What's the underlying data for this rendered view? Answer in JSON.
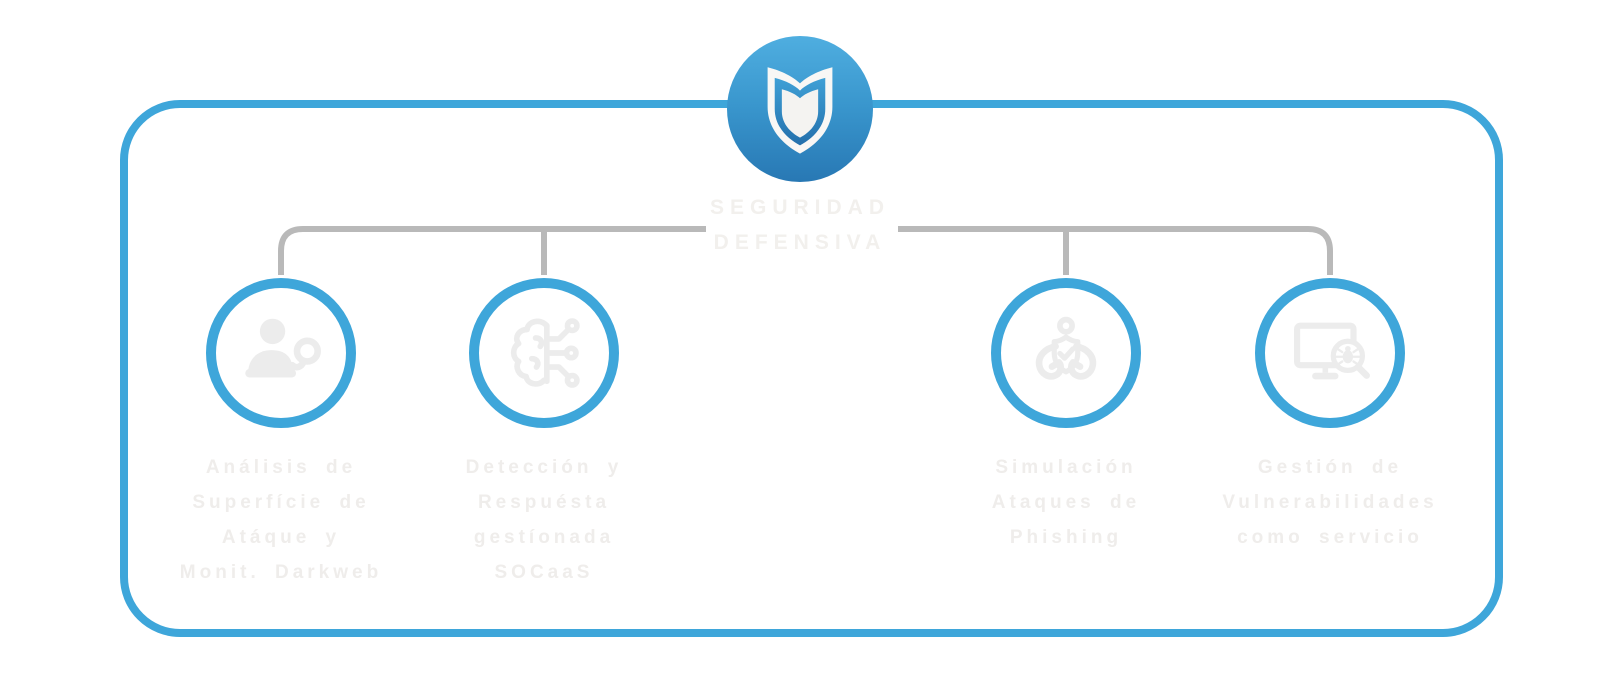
{
  "diagram": {
    "title_lines": [
      "SEGURIDAD",
      "DEFENSIVA"
    ],
    "badge_icon": "shield-icon",
    "nodes": [
      {
        "icon": "person-analysis-icon",
        "label_lines": [
          "Análisis de",
          "Superfície de",
          "Atáque y",
          "Monit. Darkweb"
        ]
      },
      {
        "icon": "ai-brain-circuit-icon",
        "label_lines": [
          "Detección y",
          "Respuésta",
          "gestíonada",
          "SOCaaS"
        ]
      },
      {
        "icon": "phishing-hook-icon",
        "label_lines": [
          "Simulación",
          "Ataques de",
          "Phishing"
        ]
      },
      {
        "icon": "vulnerability-scan-icon",
        "label_lines": [
          "Gestión de",
          "Vulnerabilidades",
          "como servicio"
        ]
      }
    ],
    "colors": {
      "accent_blue": "#3EA6DA",
      "badge_blue_top": "#4FAEE0",
      "badge_blue_bottom": "#2878B4",
      "connector_gray": "#b9b9b9",
      "icon_gray": "#ececec",
      "label_gray": "#efedeb",
      "title_gray": "#f2f0ed",
      "background": "#ffffff"
    }
  }
}
